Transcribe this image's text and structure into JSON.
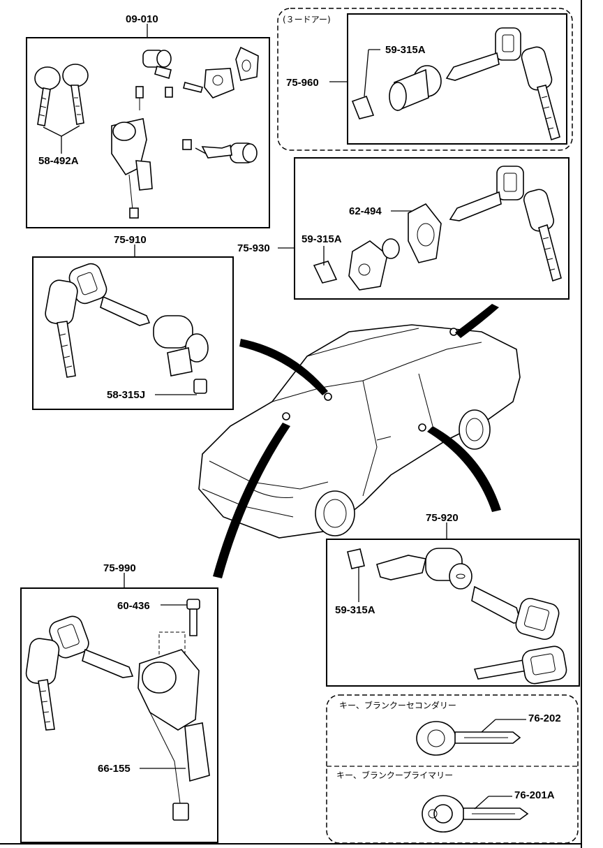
{
  "callouts": {
    "c09010": "09-010",
    "c58492a": "58-492A",
    "c75910": "75-910",
    "c58315j": "58-315J",
    "c75960": "75-960",
    "c59315a_top": "59-315A",
    "c75930": "75-930",
    "c62494": "62-494",
    "c59315a_mid": "59-315A",
    "c75990": "75-990",
    "c60436": "60-436",
    "c66155": "66-155",
    "c75920": "75-920",
    "c59315a_right": "59-315A",
    "c76202": "76-202",
    "c76201a": "76-201A"
  },
  "notes": {
    "three_door": "(３ードアー)",
    "key_secondary": "キー、ブランクーセコンダリー",
    "key_primary": "キー、ブランクープライマリー"
  }
}
